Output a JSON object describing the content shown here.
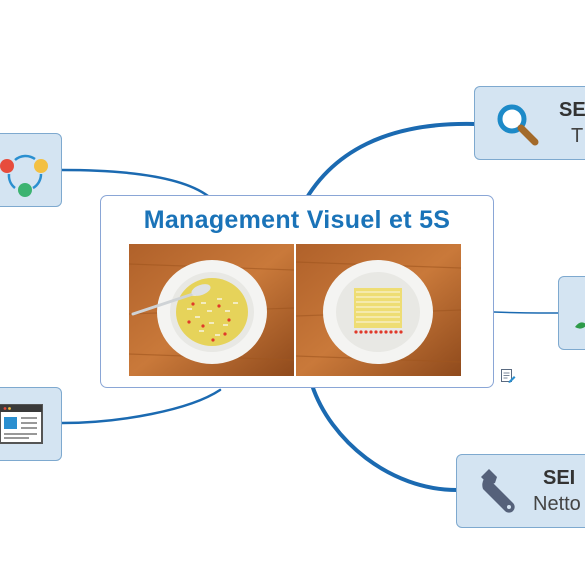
{
  "diagram": {
    "central": {
      "title": "Management Visuel et 5S",
      "photo_left": "messy-soup-photo",
      "photo_right": "organized-soup-photo",
      "note_icon": "note-edit-icon"
    },
    "branches": [
      {
        "id": "seiri",
        "title": "SE",
        "subtitle": "T",
        "icon": "magnifier-icon"
      },
      {
        "id": "cycle",
        "title": "",
        "subtitle": "",
        "icon": "cycle-icon"
      },
      {
        "id": "right-mid",
        "title": "",
        "subtitle": "",
        "icon": "leaf-icon"
      },
      {
        "id": "window",
        "title": "",
        "subtitle": "",
        "icon": "window-icon"
      },
      {
        "id": "seiso",
        "title": "SEI",
        "subtitle": "Netto",
        "icon": "wrench-icon"
      }
    ]
  },
  "colors": {
    "central_title": "#1a73b8",
    "node_fill": "#d4e4f2",
    "node_border": "#7ea9cf",
    "link": "#1b6ab1"
  }
}
